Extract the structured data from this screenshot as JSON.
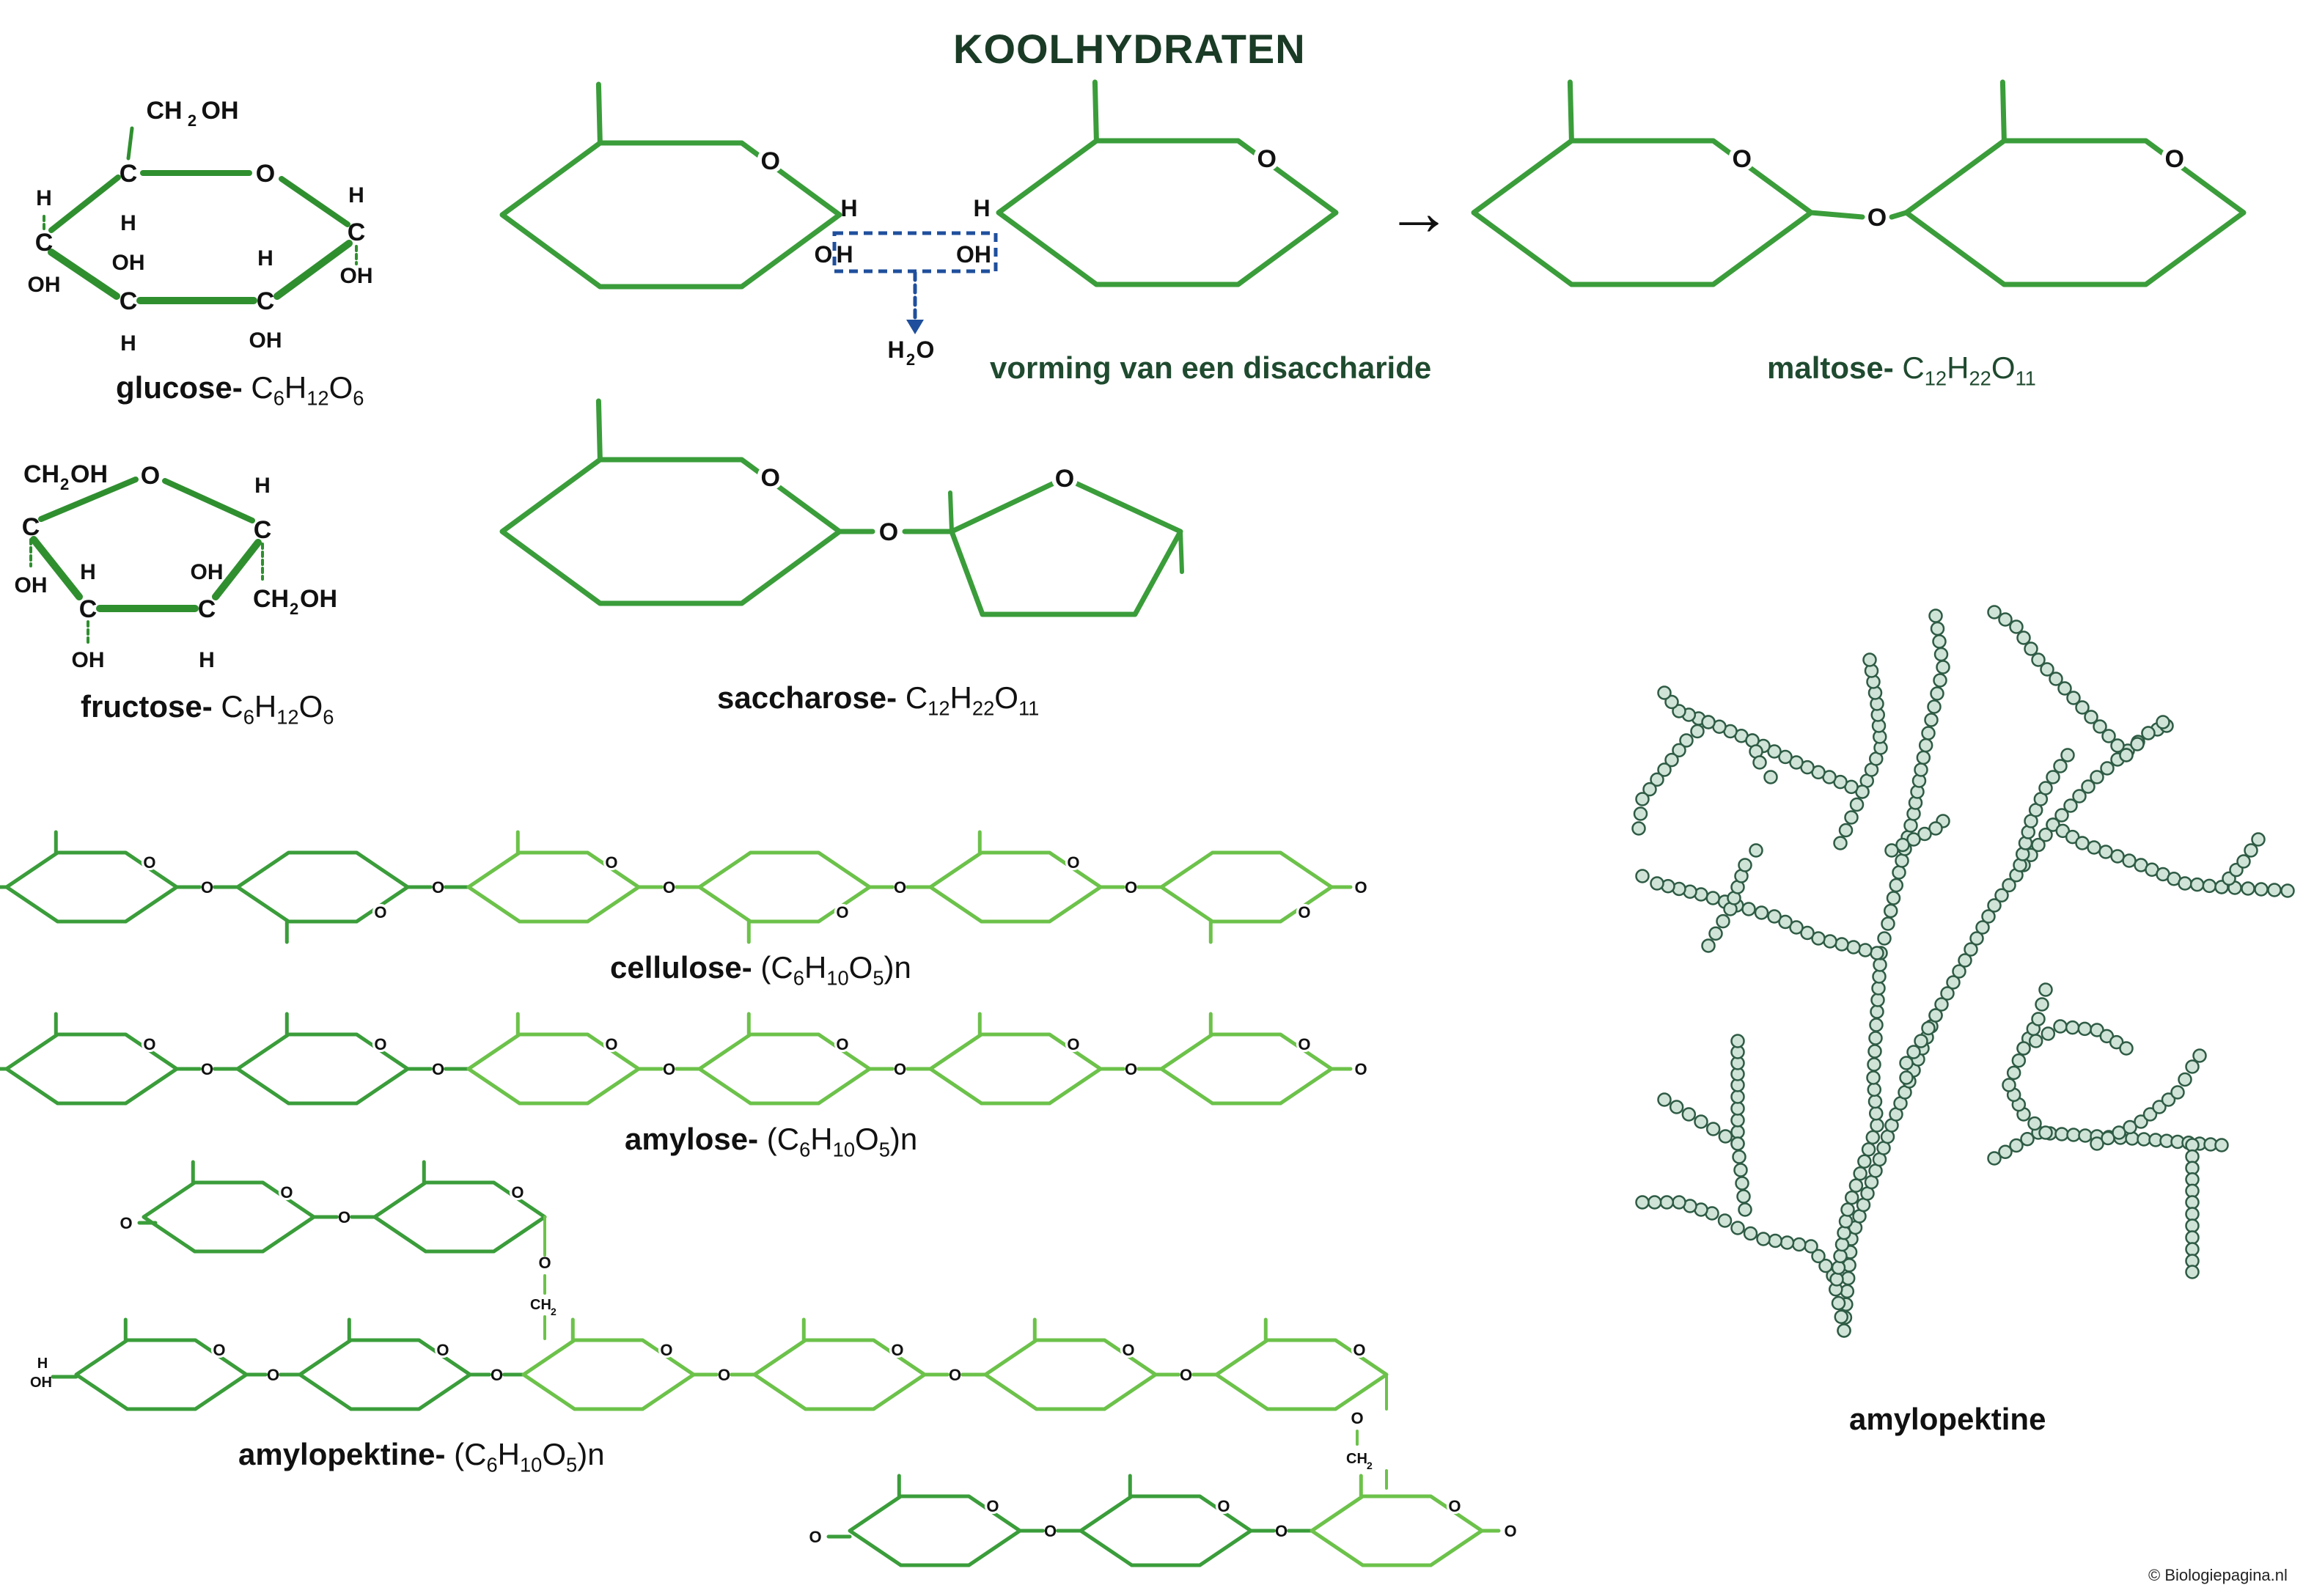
{
  "title": "KOOLHYDRATEN",
  "colors": {
    "ring_green": "#3a9d3a",
    "ring_green_light": "#6cc24a",
    "dashed_blue": "#1f4f9c",
    "bead_fill": "#cfe3d7",
    "bead_stroke": "#2e5b44"
  },
  "glucose": {
    "name": "glucose",
    "formula": [
      "C",
      "6",
      "H",
      "12",
      "O",
      "6"
    ],
    "atoms": {
      "ch2oh": "CH2OH",
      "o": "O",
      "c": "C",
      "h": "H",
      "oh": "OH"
    }
  },
  "fructose": {
    "name": "fructose",
    "formula": [
      "C",
      "6",
      "H",
      "12",
      "O",
      "6"
    ],
    "atoms": {
      "ch2oh": "CH2OH",
      "o": "O",
      "c": "C",
      "h": "H",
      "oh": "OH"
    }
  },
  "disaccharide": {
    "caption": "vorming van een disaccharide",
    "h_left": "H",
    "oh_left_o": "O",
    "oh_left_h": "H",
    "h_right": "H",
    "oh_right": "OH",
    "water": "H2O",
    "arrow": "→",
    "o": "O"
  },
  "maltose": {
    "name": "maltose",
    "formula": [
      "C",
      "12",
      "H",
      "22",
      "O",
      "11"
    ]
  },
  "saccharose": {
    "name": "saccharose",
    "formula": [
      "C",
      "12",
      "H",
      "22",
      "O",
      "11"
    ]
  },
  "cellulose": {
    "name": "cellulose",
    "formula": [
      "C",
      "6",
      "H",
      "10",
      "O",
      "5"
    ],
    "n": "n"
  },
  "amylose": {
    "name": "amylose",
    "formula": [
      "C",
      "6",
      "H",
      "10",
      "O",
      "5"
    ],
    "n": "n"
  },
  "amylopektine_chain": {
    "name": "amylopektine",
    "formula": [
      "C",
      "6",
      "H",
      "10",
      "O",
      "5"
    ],
    "n": "n",
    "branch": "CH2",
    "end_h": "H",
    "end_oh": "OH"
  },
  "amylopektine_tree": {
    "name": "amylopektine"
  },
  "copyright": "© Biologiepagina.nl"
}
